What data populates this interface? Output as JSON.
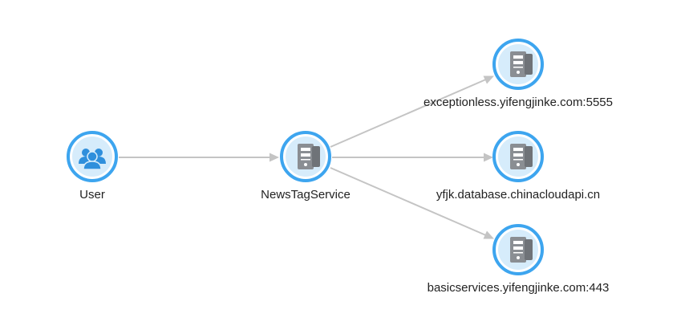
{
  "colors": {
    "node_ring": "#3da5ef",
    "node_inner": "#d6ecfb",
    "edge": "#c4c4c4",
    "server_icon": "#8a8e93",
    "user_icon": "#2f8fdc",
    "text": "#222222"
  },
  "nodes": [
    {
      "id": "user",
      "label": "User",
      "icon": "users-icon"
    },
    {
      "id": "newstagservice",
      "label": "NewsTagService",
      "icon": "server-icon"
    },
    {
      "id": "exceptionless",
      "label": "exceptionless.yifengjinke.com:5555",
      "icon": "server-icon"
    },
    {
      "id": "database",
      "label": "yfjk.database.chinacloudapi.cn",
      "icon": "server-icon"
    },
    {
      "id": "basicservices",
      "label": "basicservices.yifengjinke.com:443",
      "icon": "server-icon"
    }
  ],
  "edges": [
    {
      "from": "user",
      "to": "newstagservice"
    },
    {
      "from": "newstagservice",
      "to": "exceptionless"
    },
    {
      "from": "newstagservice",
      "to": "database"
    },
    {
      "from": "newstagservice",
      "to": "basicservices"
    }
  ]
}
